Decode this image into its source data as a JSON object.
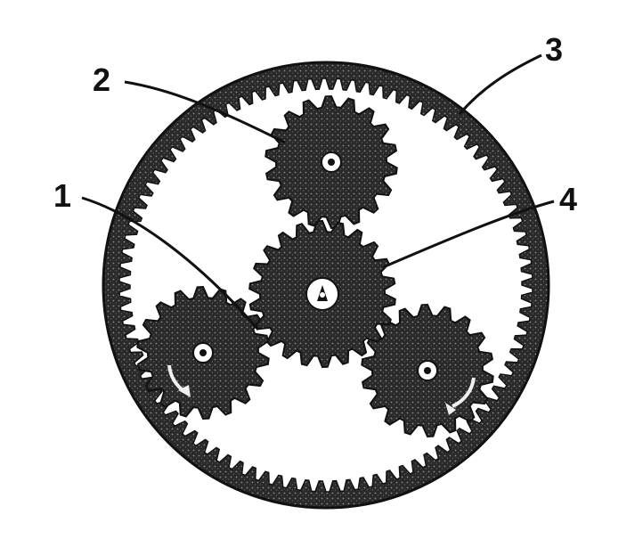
{
  "figure": {
    "labels": {
      "label_1": "1",
      "label_2": "2",
      "label_3": "3",
      "label_4": "4"
    },
    "colors": {
      "ink": "#1a1a1a",
      "paper": "#ffffff"
    },
    "parts": {
      "ring_gear": {
        "label_ref": "label_3",
        "icon": "internal-ring-gear"
      },
      "sun_gear": {
        "label_ref": "label_4",
        "icon": "sun-gear"
      },
      "planet_gear_top": {
        "label_ref": "label_2",
        "icon": "planet-gear"
      },
      "planet_gear_left": {
        "label_ref": "label_1",
        "icon": "planet-gear"
      },
      "planet_gear_right": {
        "icon": "planet-gear"
      }
    }
  }
}
